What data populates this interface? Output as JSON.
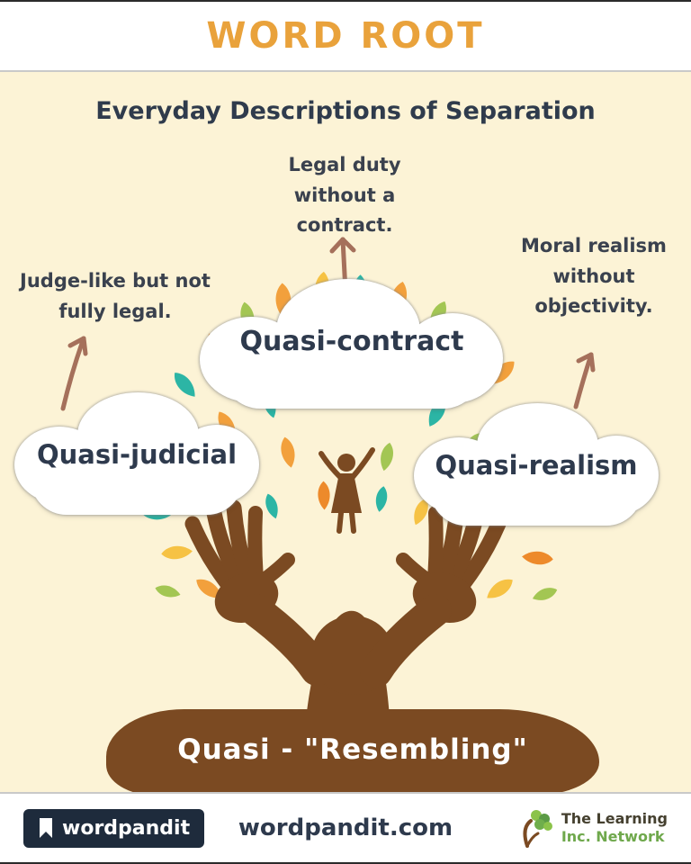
{
  "header": {
    "title": "WORD ROOT"
  },
  "subtitle": "Everyday Descriptions of Separation",
  "clouds": [
    {
      "label": "Quasi-contract",
      "annotation": "Legal duty without a contract."
    },
    {
      "label": "Quasi-judicial",
      "annotation": "Judge-like but not fully legal."
    },
    {
      "label": "Quasi-realism",
      "annotation": "Moral realism without objectivity."
    }
  ],
  "root_meaning": "Quasi - \"Resembling\"",
  "footer": {
    "brand": "wordpandit",
    "website": "wordpandit.com",
    "network_line1": "The Learning",
    "network_line2": "Inc. Network"
  },
  "colors": {
    "accent_orange": "#E9A23B",
    "navy": "#2E3A4D",
    "tree_brown": "#7B4A22",
    "arrow_brown": "#A5705B",
    "leaf_teal": "#2CB5A5",
    "leaf_orange": "#F2A03C",
    "leaf_dark_orange": "#ED8A2B",
    "leaf_green": "#A3C653",
    "leaf_yellow": "#F6C244",
    "background": "#FCF3D6"
  }
}
